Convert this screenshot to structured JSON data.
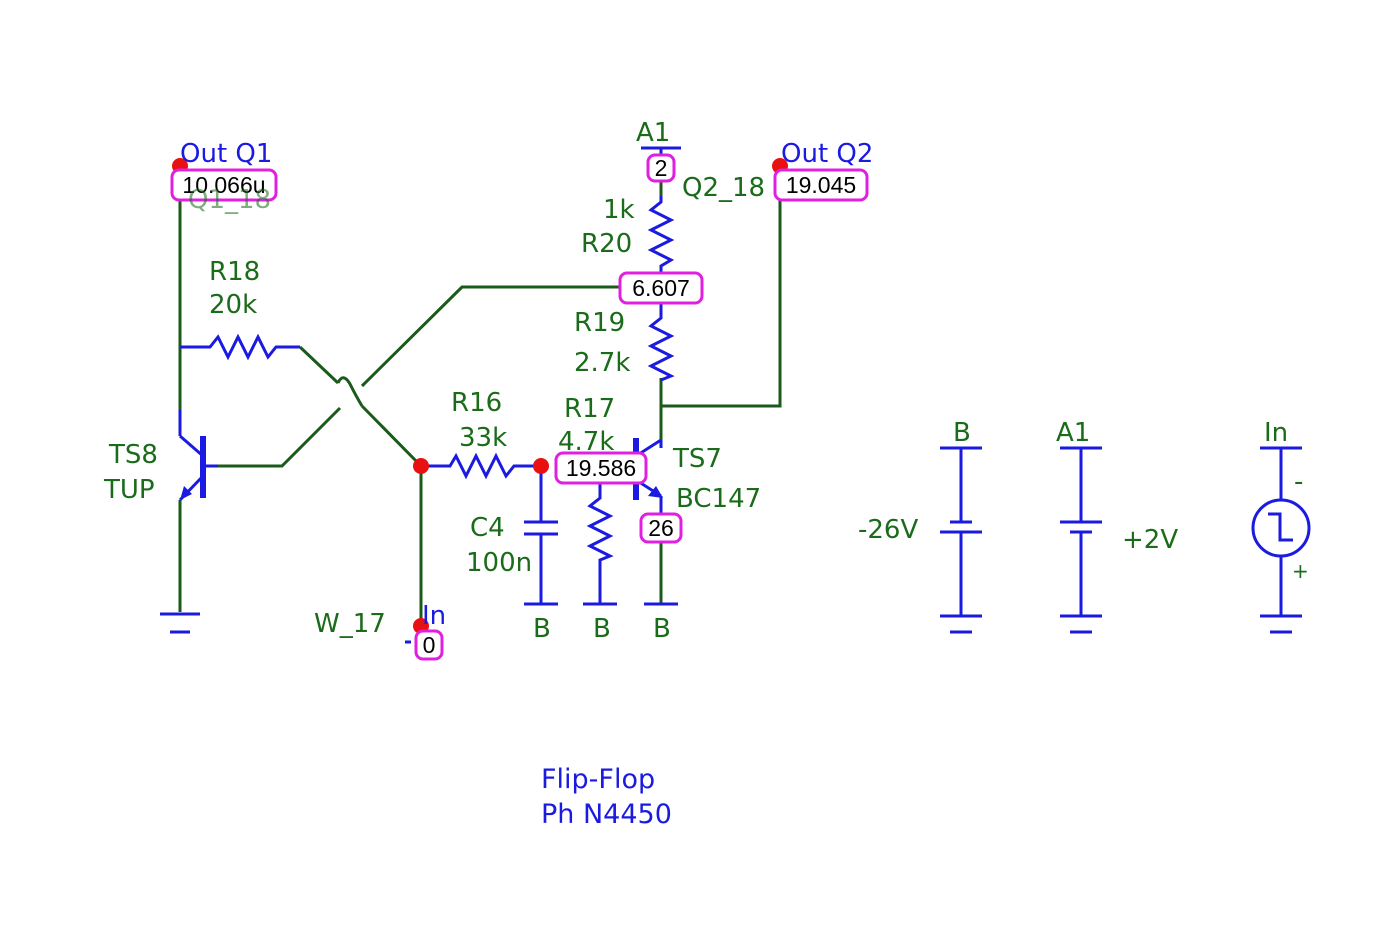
{
  "title": {
    "line1": "Flip-Flop",
    "line2": "Ph N4450"
  },
  "terminals": {
    "out_q1": "Out  Q1",
    "out_q2": "Out  Q2",
    "a1_top": "A1",
    "q1_net": "Q1_18",
    "q2_net": "Q2_18",
    "w17": "W_17",
    "in_node": "In"
  },
  "probes": {
    "out_q1": "10.066u",
    "out_q2": "19.045",
    "a1": "2",
    "r20_r19_junction": "6.607",
    "ts7_base": "19.586",
    "ts7_emitter": "26",
    "in": "0"
  },
  "components": {
    "r18_name": "R18",
    "r18_value": "20k",
    "r20_value": "1k",
    "r20_name": "R20",
    "r19_name": "R19",
    "r19_value": "2.7k",
    "r16_name": "R16",
    "r16_value": "33k",
    "r17_name": "R17",
    "r17_value": "4.7k",
    "c4_name": "C4",
    "c4_value": "100n",
    "ts8_name": "TS8",
    "ts8_type": "TUP",
    "ts7_name": "TS7",
    "ts7_type": "BC147"
  },
  "grounds": {
    "b1": "B",
    "b2": "B",
    "b3": "B"
  },
  "sources": {
    "supply_b_name": "B",
    "supply_b_value": "-26V",
    "supply_a1_name": "A1",
    "supply_a1_value": "+2V",
    "input_name": "In",
    "input_minus": "-",
    "input_plus": "+"
  },
  "colors": {
    "wire_green": "#1a5a1a",
    "wire_blue": "#1a1ae0",
    "probe_border": "#e020e0",
    "node_red": "#e81010",
    "label_green": "#1a6b1a",
    "label_blue": "#1a1ae0"
  }
}
